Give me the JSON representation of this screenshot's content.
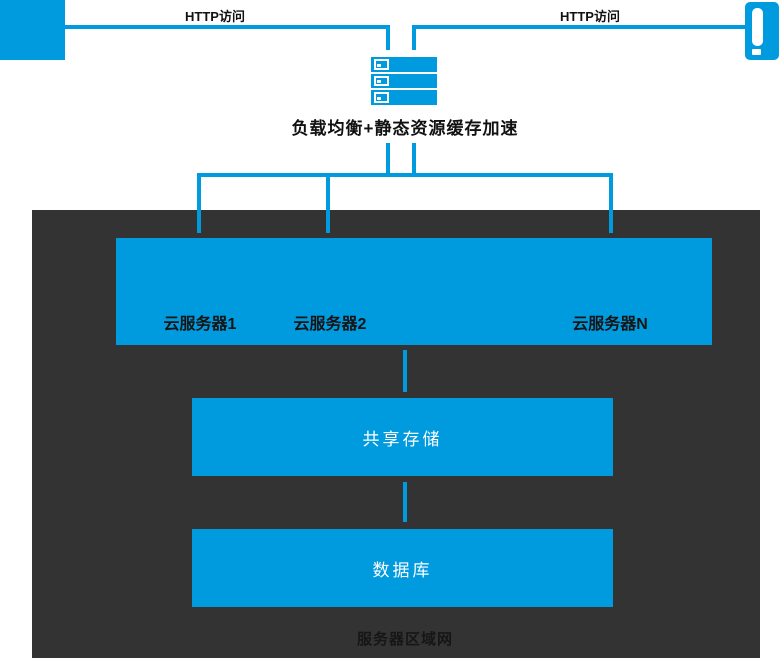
{
  "colors": {
    "accent": "#009ADE",
    "dark_panel": "#333333",
    "text_dark": "#111111",
    "text_on_accent": "#FFFFFF"
  },
  "icons": {
    "pc": "pc-icon",
    "phone": "phone-icon",
    "load_balancer": "server-stack-icon"
  },
  "top": {
    "http_left": "HTTP访问",
    "http_right": "HTTP访问"
  },
  "load_balancer": {
    "label": "负载均衡+静态资源缓存加速"
  },
  "cluster": {
    "servers": [
      "云服务器1",
      "云服务器2",
      "云服务器N"
    ]
  },
  "storage": {
    "label": "共享存储"
  },
  "database": {
    "label": "数据库"
  },
  "network": {
    "label": "服务器区域网"
  }
}
